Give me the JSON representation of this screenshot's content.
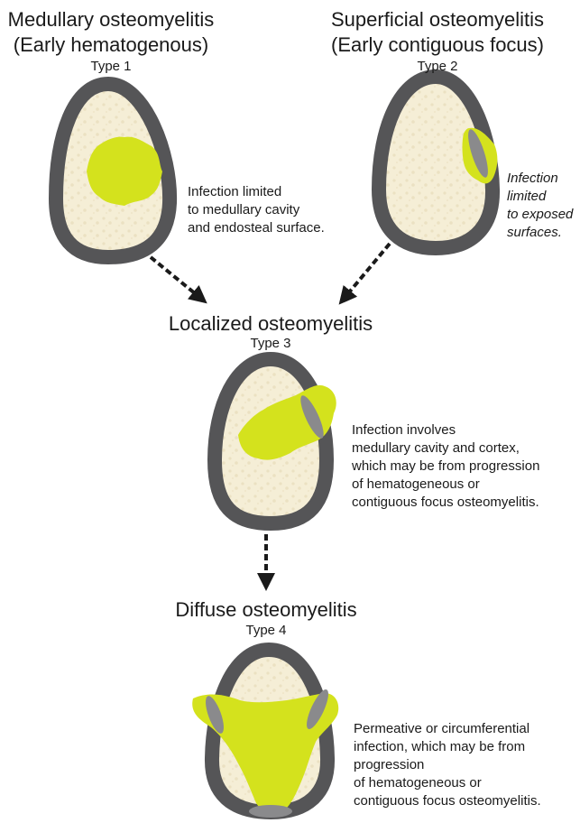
{
  "type1": {
    "title_line1": "Medullary osteomyelitis",
    "title_line2": "(Early hematogenous)",
    "type_label": "Type 1",
    "description": [
      "Infection limited",
      "to medullary cavity",
      "and endosteal surface."
    ]
  },
  "type2": {
    "title_line1": "Superficial osteomyelitis",
    "title_line2": "(Early contiguous focus)",
    "type_label": "Type 2",
    "description": [
      "Infection",
      "limited",
      "to exposed",
      "surfaces."
    ]
  },
  "type3": {
    "title": "Localized osteomyelitis",
    "type_label": "Type 3",
    "description": [
      "Infection involves",
      "medullary cavity and cortex,",
      "which may be from progression",
      "of hematogeneous or",
      "contiguous focus osteomyelitis."
    ]
  },
  "type4": {
    "title": "Diffuse osteomyelitis",
    "type_label": "Type 4",
    "description": [
      "Permeative or circumferential",
      "infection, which may be from",
      "progression",
      "of hematogeneous or",
      "contiguous focus osteomyelitis."
    ]
  },
  "colors": {
    "cortex": "#555557",
    "marrow": "#f5eed6",
    "infection": "#d4e21d",
    "arrow": "#1a1a1a"
  }
}
